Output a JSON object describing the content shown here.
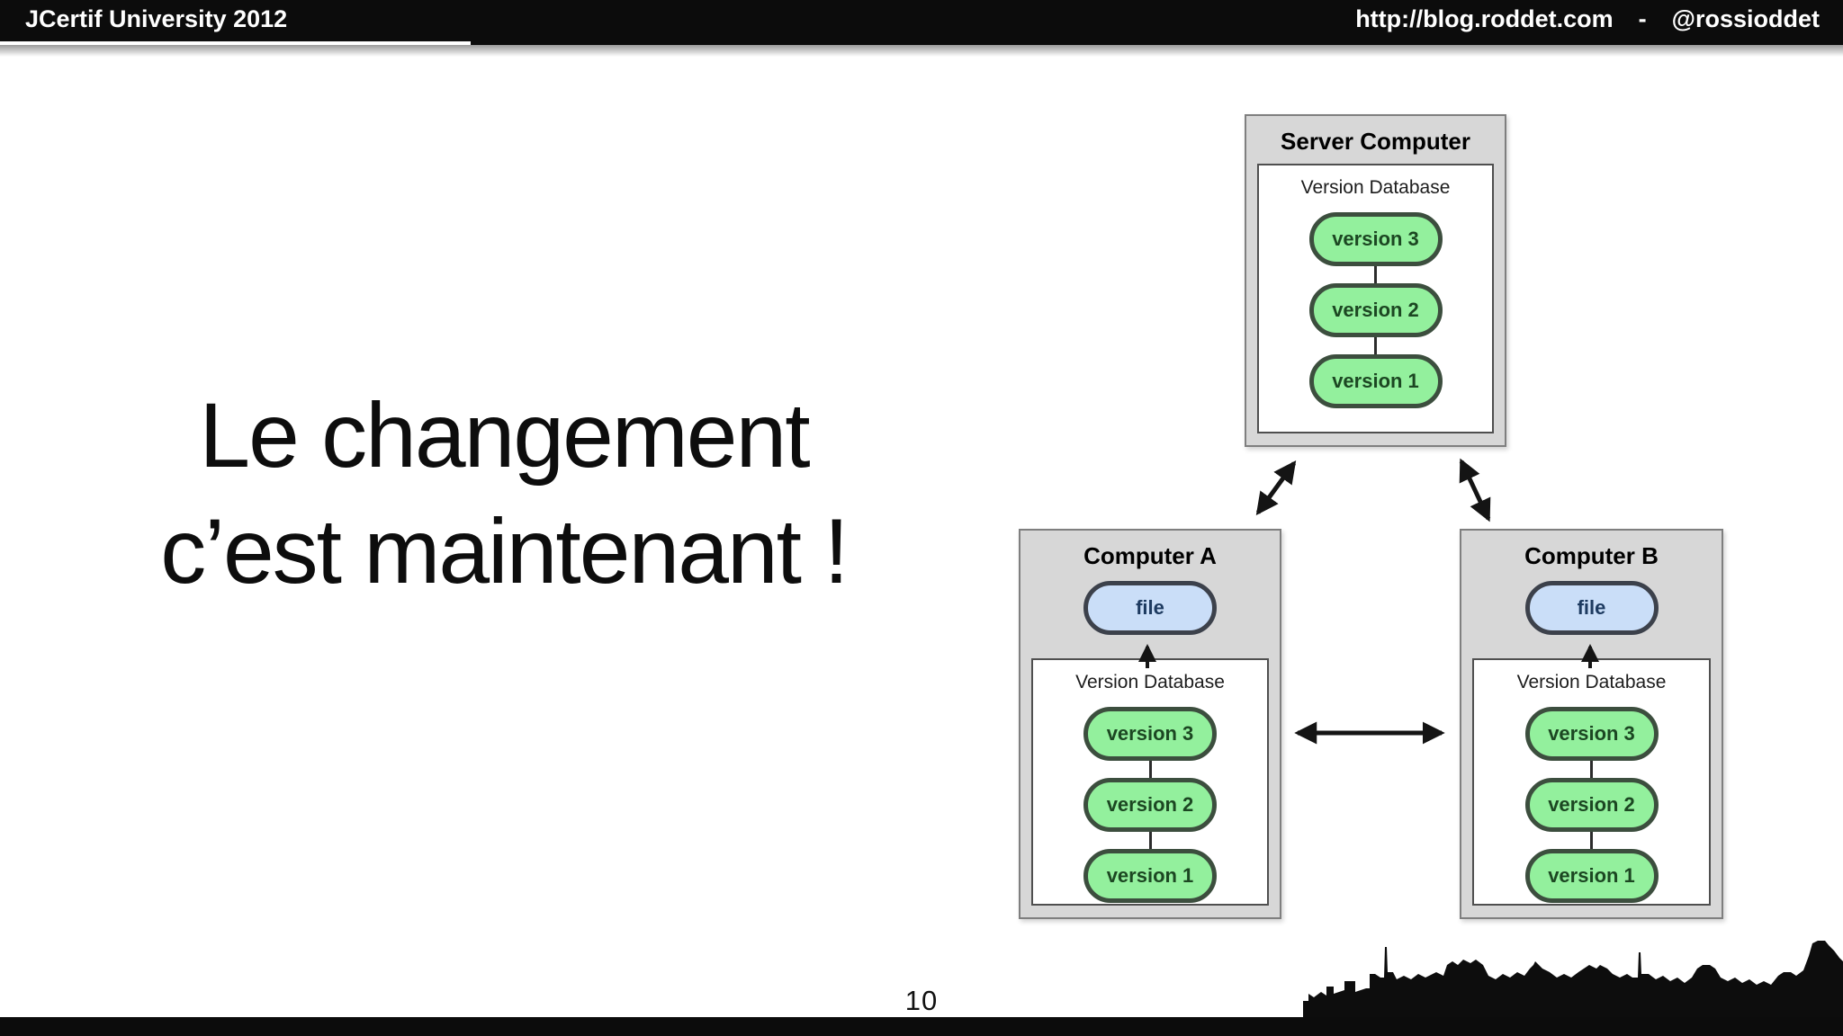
{
  "header": {
    "conference": "JCertif University 2012",
    "blog_url": "http://blog.roddet.com",
    "separator": "-",
    "twitter_handle": "@rossioddet"
  },
  "title": {
    "line1": "Le changement",
    "line2": "c’est maintenant !"
  },
  "diagram": {
    "server": {
      "title": "Server Computer",
      "db_label": "Version Database",
      "versions": [
        "version 3",
        "version 2",
        "version 1"
      ]
    },
    "computer_a": {
      "title": "Computer A",
      "file_label": "file",
      "db_label": "Version Database",
      "versions": [
        "version 3",
        "version 2",
        "version 1"
      ]
    },
    "computer_b": {
      "title": "Computer B",
      "file_label": "file",
      "db_label": "Version Database",
      "versions": [
        "version 3",
        "version 2",
        "version 1"
      ]
    }
  },
  "footer": {
    "page_number": "10"
  },
  "theme": {
    "bar_color": "#0c0c0c",
    "box_fill": "#d7d7d7",
    "box_border": "#7f7f7f",
    "inner_border": "#4f4f4f",
    "green_fill": "#93f09d",
    "green_border": "#3c4e3e",
    "green_text": "#1c4722",
    "blue_fill": "#cadef8",
    "blue_border": "#3c414b",
    "blue_text": "#1d3a60",
    "arrow_color": "#141414"
  }
}
